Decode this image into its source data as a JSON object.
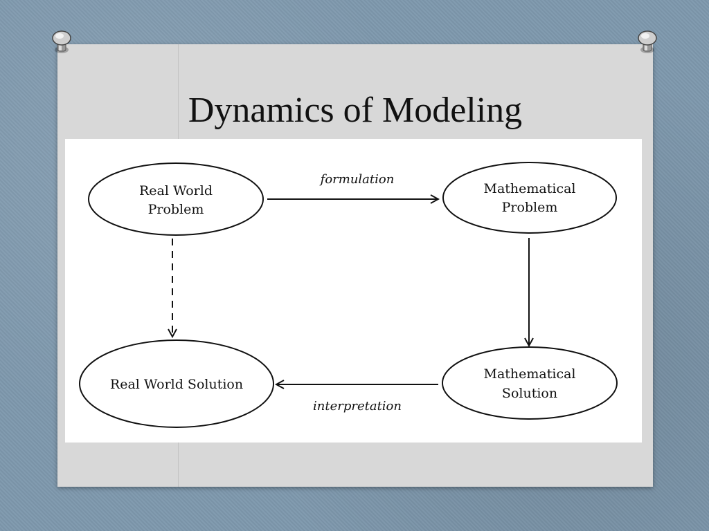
{
  "slide": {
    "title": "Dynamics of Modeling"
  },
  "diagram": {
    "nodes": {
      "real_world_problem": {
        "lines": [
          "Real World",
          "Problem"
        ]
      },
      "mathematical_problem": {
        "lines": [
          "Mathematical",
          "Problem"
        ]
      },
      "mathematical_solution": {
        "lines": [
          "Mathematical",
          "Solution"
        ]
      },
      "real_world_solution": {
        "lines": [
          "Real World Solution"
        ]
      }
    },
    "edges": {
      "formulation": {
        "label": "formulation",
        "style": "solid"
      },
      "solving": {
        "label": "",
        "style": "solid"
      },
      "interpretation": {
        "label": "interpretation",
        "style": "solid"
      },
      "direct": {
        "label": "",
        "style": "dashed"
      }
    }
  },
  "colors": {
    "board": "#d8d8d8",
    "background": "#7e98ad",
    "stroke": "#111111"
  }
}
